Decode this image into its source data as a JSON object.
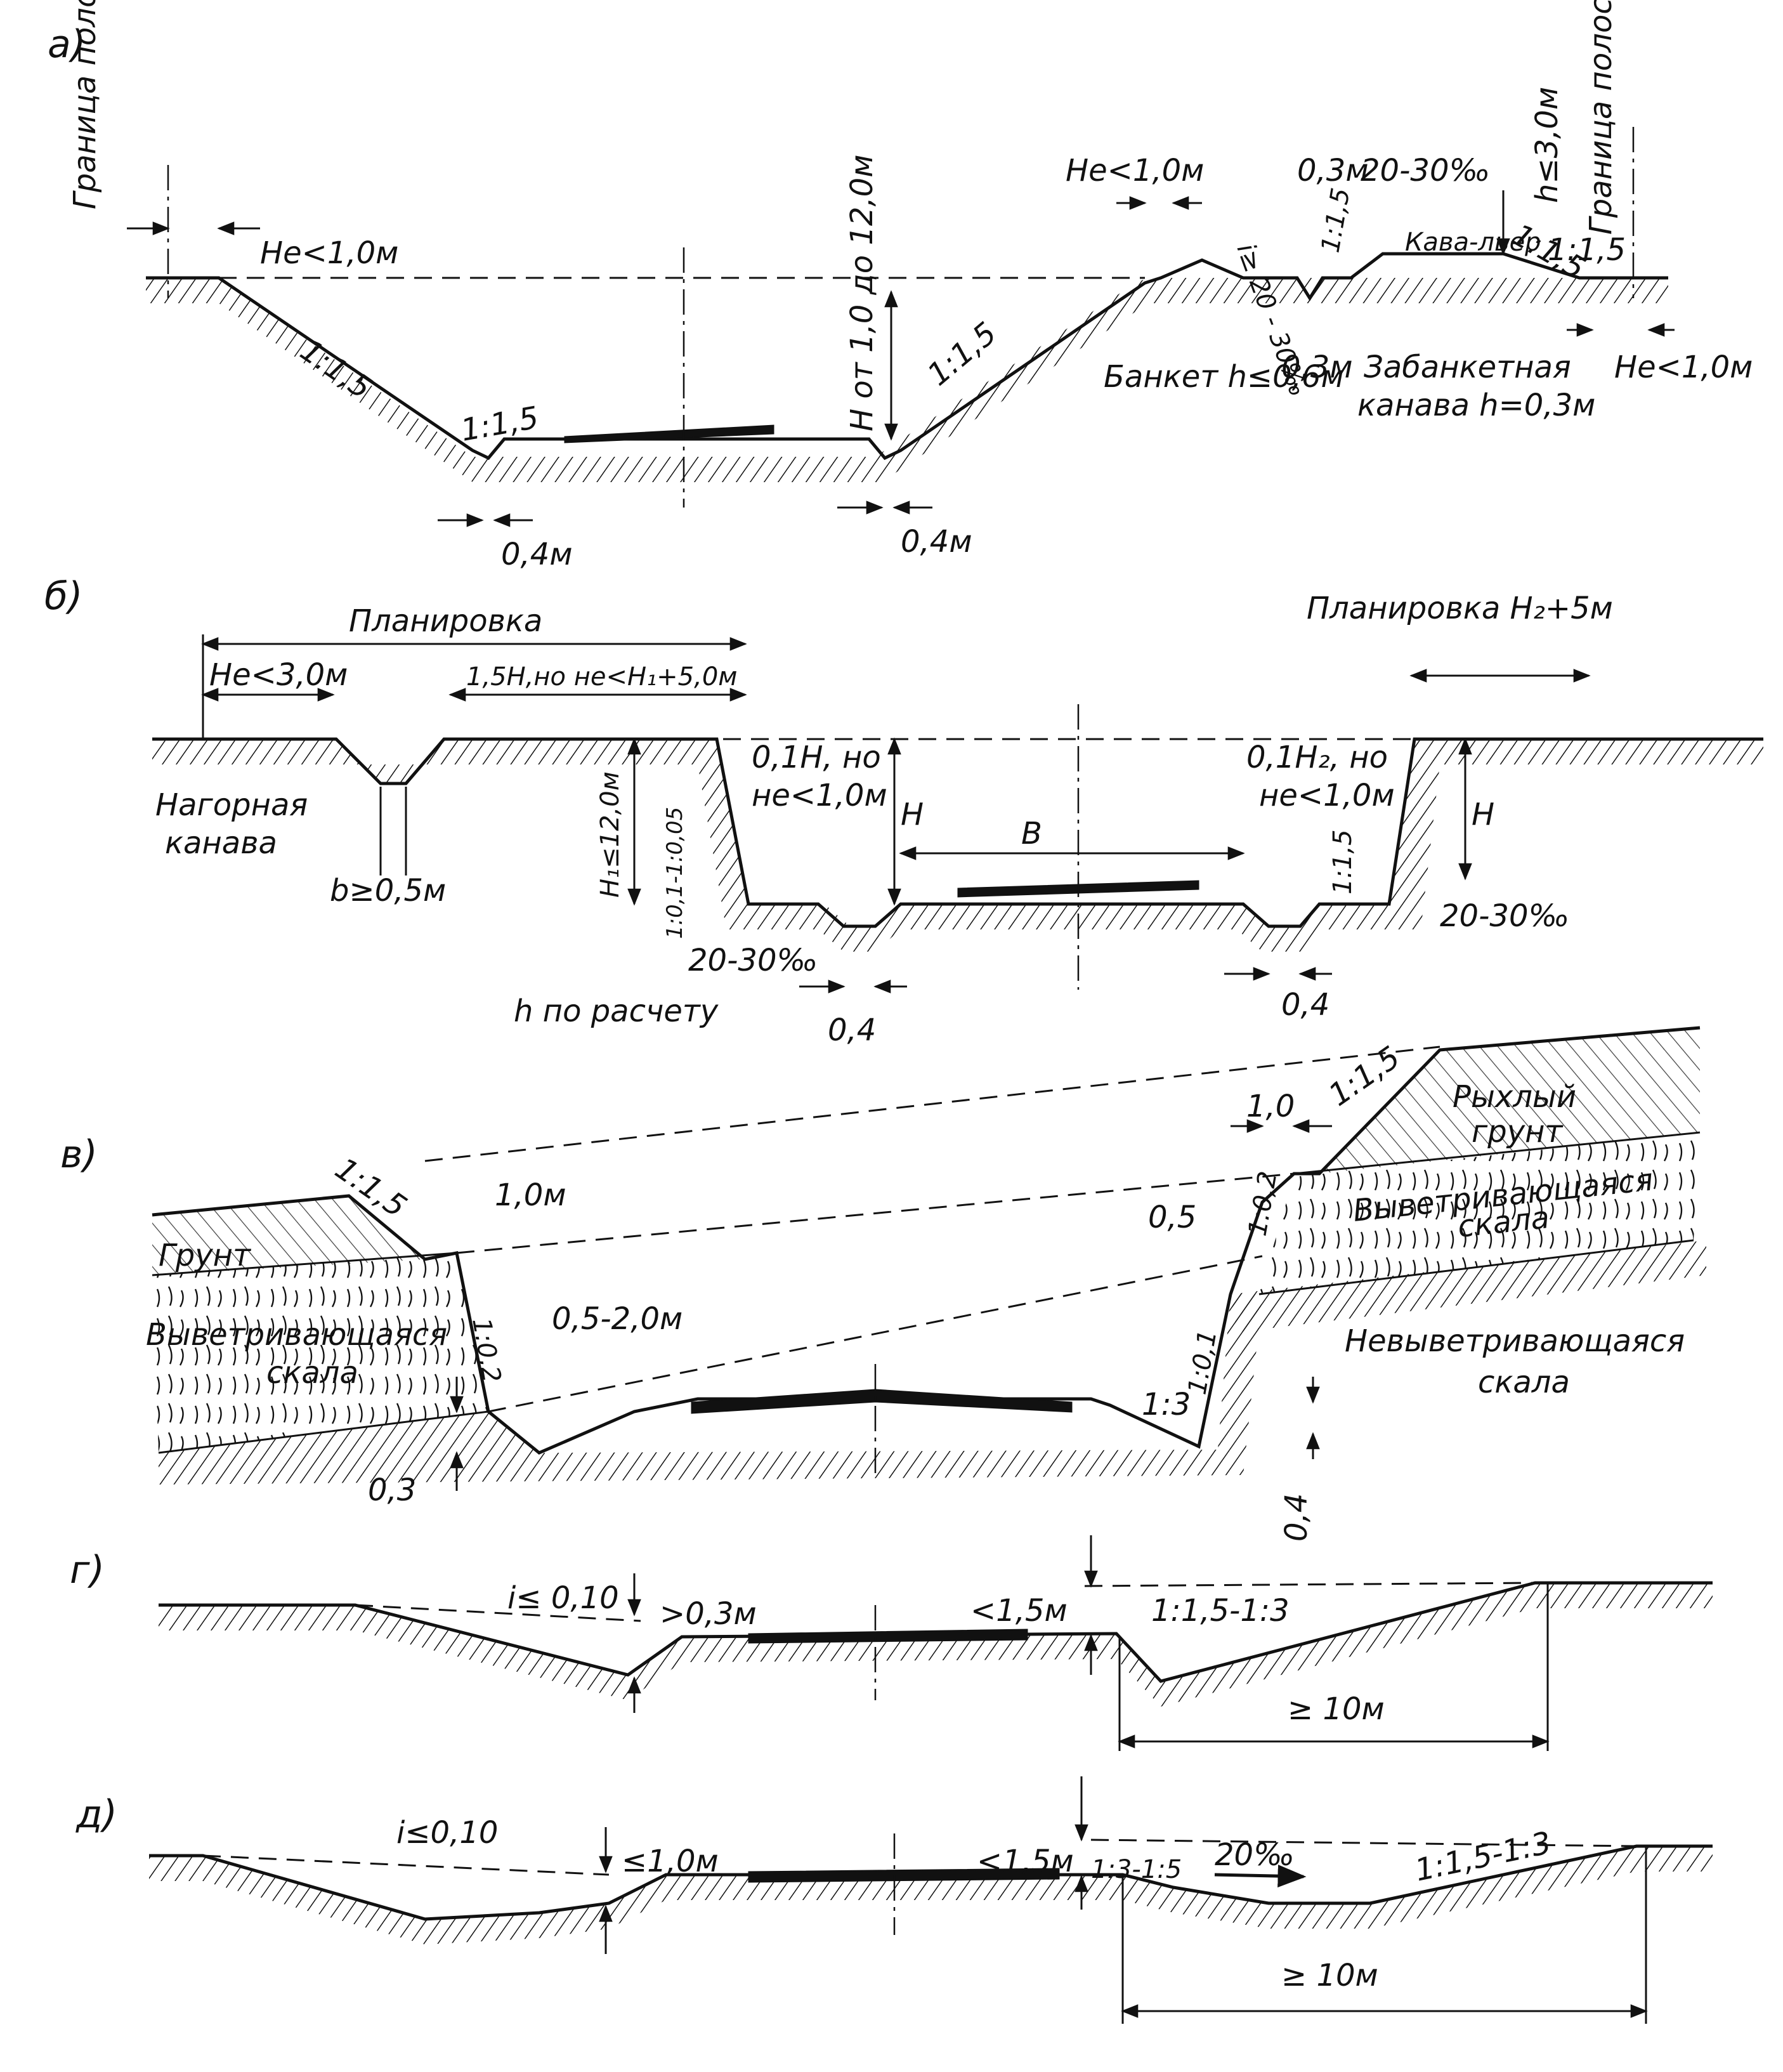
{
  "panels": {
    "a": {
      "letter": "а)",
      "labels": {
        "boundary_left": "Граница полосы отвода",
        "boundary_right": "Граница полосы отвода",
        "berm_left": "Не<1,0м",
        "berm_top_right": "Не<1,0м",
        "berm_right": "Не<1,0м",
        "slope_left": "1:1,5",
        "slope_ditch_left": "1:1,5",
        "slope_right": "1:1,5",
        "slope_bank": "1:1,5",
        "slope_kav_left": "1:1,5",
        "slope_kav_right": "1:1,5",
        "height": "Н от 1,0 до 12,0м",
        "ditch_left": "0,4м",
        "ditch_right": "0,4м",
        "gap_03_top": "0,3м",
        "gap_03_bottom": "0,3м",
        "fall_2030": "20-30‰",
        "fall_i": "i≥ 20 - 30‰",
        "kav_height": "h≤3,0м",
        "kavalier": "Кава-льер",
        "banket": "Банкет h≤0,6м",
        "zabanket_1": "Забанкетная",
        "zabanket_2": "канава h=0,3м"
      }
    },
    "b": {
      "letter": "б)",
      "labels": {
        "planning_left": "Планировка",
        "planning_right": "Планировка Н₂+5м",
        "ne_3": "Не<3,0м",
        "one_five_h": "1,5Н,но не<Н₁+5,0м",
        "nagornaya_1": "Нагорная",
        "nagornaya_2": "канава",
        "b_min": "b≥0,5м",
        "h1_max": "Н₁≤12,0м",
        "slope_rock": "1:0,1-1:0,05",
        "h01_1": "0,1Н, но",
        "h01_2": "не<1,0м",
        "h_label": "Н",
        "width_b": "В",
        "h01b_1": "0,1Н₂, но",
        "h01b_2": "не<1,0м",
        "h_label_right": "Н",
        "slope_ditch": "1:1,5",
        "fall_left": "20-30‰",
        "fall_right": "20-30‰",
        "h_calc": "h по расчету",
        "ditch_left": "0,4",
        "ditch_right": "0,4"
      }
    },
    "v": {
      "letter": "в)",
      "labels": {
        "slope_top_left": "1:1,5",
        "berm_left": "1,0м",
        "soil_left": "Грунт",
        "weather_left_1": "Выветривающаяся",
        "weather_left_2": "скала",
        "slope_02_left": "1:0,2",
        "range_05_2": "0,5-2,0м",
        "ditch_03": "0,3",
        "slope_3": "1:3",
        "slope_01": "1:0,1",
        "depth_04": "0,4",
        "berm_right": "1,0",
        "slope_top_right": "1:1,5",
        "loose_1": "Рыхлый",
        "loose_2": "грунт",
        "weather_right_1": "Выветривающаяся",
        "weather_right_2": "скала",
        "offset_05": "0,5",
        "slope_02_right": "1:0,2",
        "nonweather_1": "Невыветривающаяся",
        "nonweather_2": "скала"
      }
    },
    "g": {
      "letter": "г)",
      "labels": {
        "incline": "i≤ 0,10",
        "depth_03": ">0,3м",
        "height_15": "<1,5м",
        "slope_range": "1:1,5-1:3",
        "width_10": "≥ 10м"
      }
    },
    "d": {
      "letter": "д)",
      "labels": {
        "incline": "i≤0,10",
        "depth_10": "≤1,0м",
        "height_15": "<1,5м",
        "slope_inner": "1:3-1:5",
        "fall": "20‰",
        "slope_outer": "1:1,5-1:3",
        "width_10": "≥ 10м"
      }
    }
  }
}
